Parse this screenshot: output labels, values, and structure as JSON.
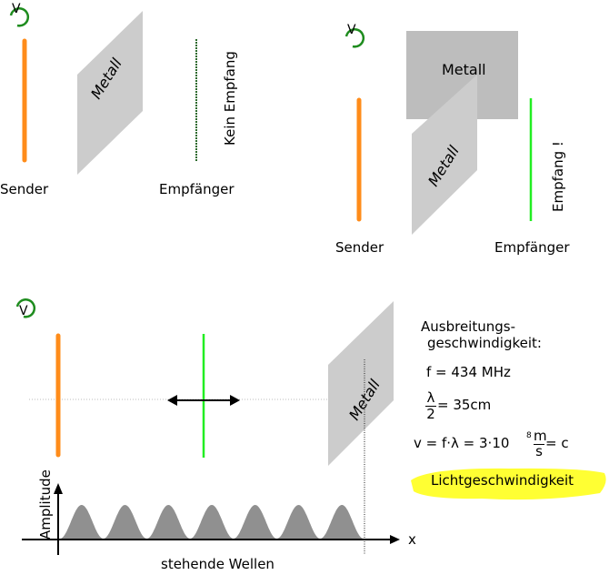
{
  "panel1": {
    "badge": "V",
    "sender_label": "Sender",
    "receiver_label": "Empfänger",
    "metal_label": "Metall",
    "status": "Kein Empfang"
  },
  "panel2": {
    "badge": "V",
    "sender_label": "Sender",
    "receiver_label": "Empfänger",
    "metal_label_back": "Metall",
    "metal_label_front": "Metall",
    "status": "Empfang !"
  },
  "panel3": {
    "badge": "V",
    "metal_label": "Metall",
    "y_axis_label": "Amplitude",
    "x_axis_label": "x",
    "caption": "stehende Wellen",
    "wave_peaks": 7
  },
  "info": {
    "heading_line1": "Ausbreitungs-",
    "heading_line2": "geschwindigkeit:",
    "frequency": "f = 434 MHz",
    "half_wavelength_num": "λ",
    "half_wavelength_den": "2",
    "half_wavelength_value": "= 35cm",
    "velocity_prefix": "v = f·λ = 3·10",
    "velocity_exp": "8",
    "velocity_unit_num": "m",
    "velocity_unit_den": "s",
    "velocity_suffix": "= c",
    "highlight": "Lichtgeschwindigkeit"
  },
  "colors": {
    "sender": "#ff8c1a",
    "receiver_on": "#22ee22",
    "receiver_off": "#2e6b2e",
    "metal": "#cccccc",
    "metal_dark": "#bdbdbd",
    "badge": "#1e8c1e",
    "wave": "#909090",
    "highlight": "#ffff33"
  }
}
